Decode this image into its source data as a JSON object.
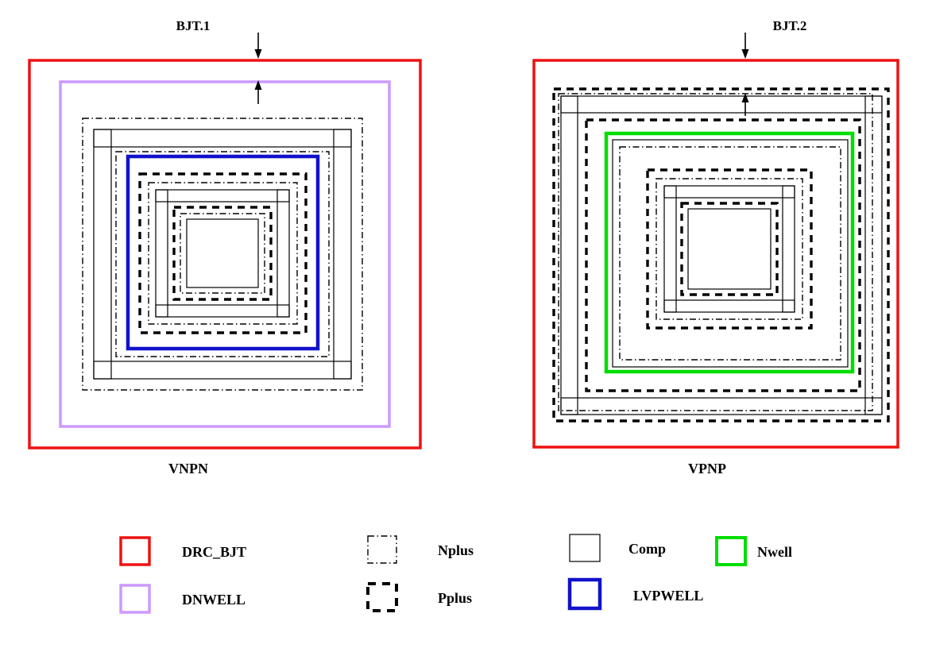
{
  "diagrams": {
    "vnpn": {
      "annotation": "BJT.1",
      "title": "VNPN"
    },
    "vpnp": {
      "annotation": "BJT.2",
      "title": "VPNP"
    }
  },
  "legend": {
    "drc_bjt": {
      "label": "DRC_BJT"
    },
    "dnwell": {
      "label": "DNWELL"
    },
    "nplus": {
      "label": "Nplus"
    },
    "pplus": {
      "label": "Pplus"
    },
    "comp": {
      "label": "Comp"
    },
    "lvpwell": {
      "label": "LVPWELL"
    },
    "nwell": {
      "label": "Nwell"
    }
  },
  "colors": {
    "drc_bjt": "#ee1111",
    "dnwell": "#cc99ff",
    "lvpwell": "#1111cc",
    "nwell": "#00dd00",
    "line": "#000000"
  }
}
